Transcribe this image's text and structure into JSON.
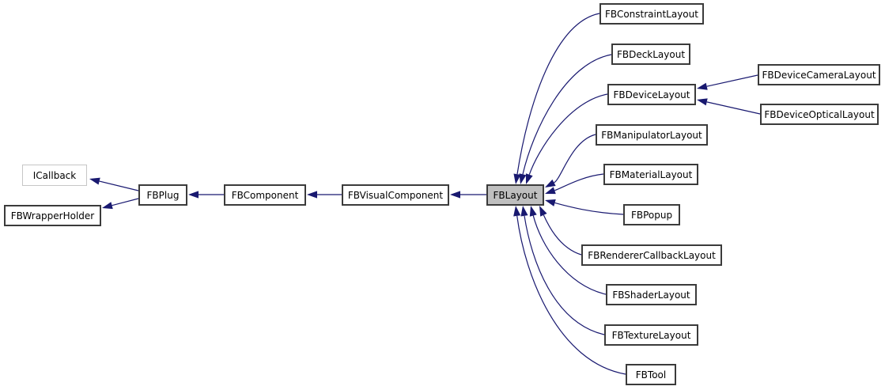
{
  "diagram": {
    "kind": "class-inheritance-graph",
    "highlighted_node": "FBLayout",
    "colors": {
      "background": "#ffffff",
      "edge": "#191970",
      "node_fill": "#ffffff",
      "highlight_fill": "#bfbfbf",
      "node_border": "#3b3b3b",
      "external_border": "#c6c6c6",
      "text": "#000000"
    },
    "nodes": [
      {
        "id": "icallback",
        "label": "ICallback",
        "style": "external"
      },
      {
        "id": "fbwrapperholder",
        "label": "FBWrapperHolder",
        "style": "normal"
      },
      {
        "id": "fbplug",
        "label": "FBPlug",
        "style": "normal"
      },
      {
        "id": "fbcomponent",
        "label": "FBComponent",
        "style": "normal"
      },
      {
        "id": "fbvisualcomponent",
        "label": "FBVisualComponent",
        "style": "normal"
      },
      {
        "id": "fblayout",
        "label": "FBLayout",
        "style": "highlighted"
      },
      {
        "id": "fbconstraintlayout",
        "label": "FBConstraintLayout",
        "style": "normal"
      },
      {
        "id": "fbdecklayout",
        "label": "FBDeckLayout",
        "style": "normal"
      },
      {
        "id": "fbdevicelayout",
        "label": "FBDeviceLayout",
        "style": "normal"
      },
      {
        "id": "fbdevicecameralayout",
        "label": "FBDeviceCameraLayout",
        "style": "normal"
      },
      {
        "id": "fbdeviceopticallayout",
        "label": "FBDeviceOpticalLayout",
        "style": "normal"
      },
      {
        "id": "fbmanipulatorlayout",
        "label": "FBManipulatorLayout",
        "style": "normal"
      },
      {
        "id": "fbmateriallayout",
        "label": "FBMaterialLayout",
        "style": "normal"
      },
      {
        "id": "fbpopup",
        "label": "FBPopup",
        "style": "normal"
      },
      {
        "id": "fbrenderercallbacklayout",
        "label": "FBRendererCallbackLayout",
        "style": "normal"
      },
      {
        "id": "fbshaderlayout",
        "label": "FBShaderLayout",
        "style": "normal"
      },
      {
        "id": "fbtexturelayout",
        "label": "FBTextureLayout",
        "style": "normal"
      },
      {
        "id": "fbtool",
        "label": "FBTool",
        "style": "normal"
      }
    ],
    "edges": [
      {
        "from": "FBPlug",
        "to": "ICallback"
      },
      {
        "from": "FBPlug",
        "to": "FBWrapperHolder"
      },
      {
        "from": "FBComponent",
        "to": "FBPlug"
      },
      {
        "from": "FBVisualComponent",
        "to": "FBComponent"
      },
      {
        "from": "FBLayout",
        "to": "FBVisualComponent"
      },
      {
        "from": "FBConstraintLayout",
        "to": "FBLayout"
      },
      {
        "from": "FBDeckLayout",
        "to": "FBLayout"
      },
      {
        "from": "FBDeviceLayout",
        "to": "FBLayout"
      },
      {
        "from": "FBManipulatorLayout",
        "to": "FBLayout"
      },
      {
        "from": "FBMaterialLayout",
        "to": "FBLayout"
      },
      {
        "from": "FBPopup",
        "to": "FBLayout"
      },
      {
        "from": "FBRendererCallbackLayout",
        "to": "FBLayout"
      },
      {
        "from": "FBShaderLayout",
        "to": "FBLayout"
      },
      {
        "from": "FBTextureLayout",
        "to": "FBLayout"
      },
      {
        "from": "FBTool",
        "to": "FBLayout"
      },
      {
        "from": "FBDeviceCameraLayout",
        "to": "FBDeviceLayout"
      },
      {
        "from": "FBDeviceOpticalLayout",
        "to": "FBDeviceLayout"
      }
    ]
  }
}
